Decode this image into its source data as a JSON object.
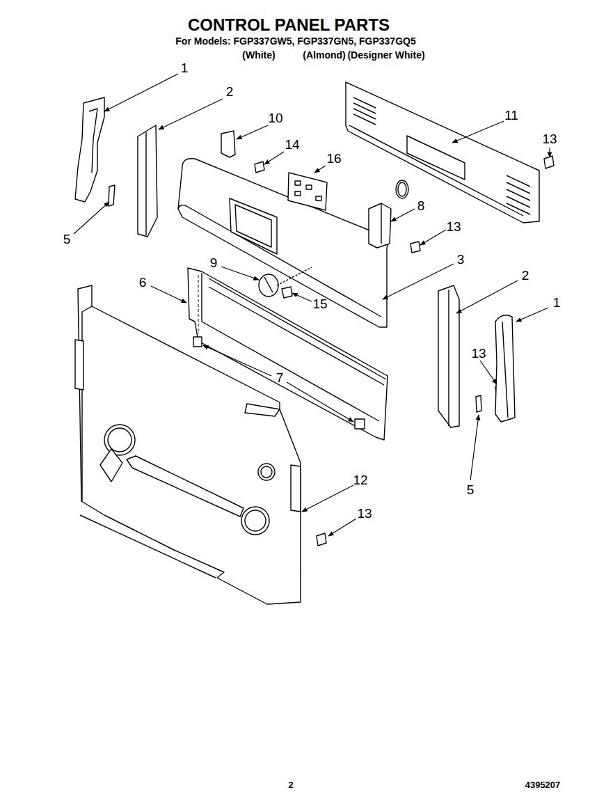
{
  "diagram": {
    "title": "CONTROL PANEL PARTS",
    "labels": [
      "For Models: FGP337GW5, FGP337GN5, FGP337GQ5",
      "(White)",
      "(Almond)",
      "(Designer White)",
      "1",
      "2",
      "10",
      "14",
      "16",
      "11",
      "13",
      "8",
      "13",
      "5",
      "9",
      "3",
      "6",
      "2",
      "15",
      "1",
      "13",
      "7",
      "12",
      "13",
      "5",
      "2",
      "4395207"
    ]
  }
}
